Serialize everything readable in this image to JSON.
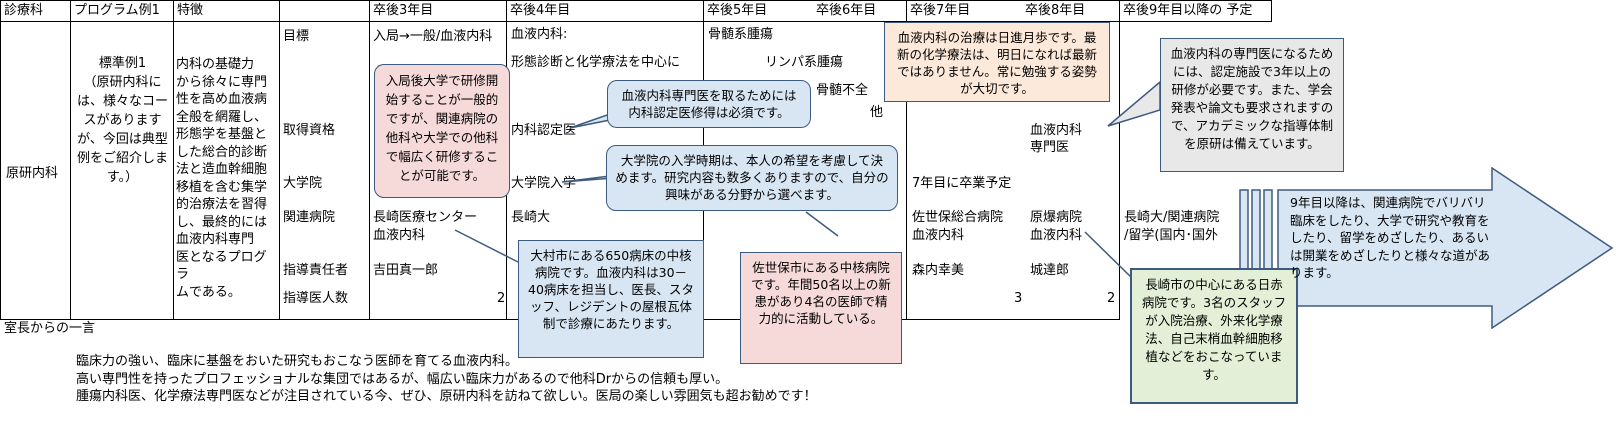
{
  "headers": {
    "col1": "診療科",
    "col2": "プログラム例1",
    "col3": "特徴",
    "col5": "卒後3年目",
    "col6": "卒後4年目",
    "col7a": "卒後5年目",
    "col7b": "卒後6年目",
    "col8a": "卒後7年目",
    "col8b": "卒後8年目",
    "col9": "卒後9年目以降の 予定"
  },
  "dept": "原研内科",
  "program": "標準例1\n（原研内科に\nは、様々なコー\nスがあります\nが、今回は典型\n例をご紹介しま\nす。）",
  "feature": "内科の基礎力\nから徐々に専門\n性を高め血液病\n全般を網羅し、\n形態学を基盤と\nした総合的診断\n法と造血幹細胞\n移植を含む集学\n的治療法を習得\nし、最終的には\n血液内科専門\n医となるプログラ\nムである。",
  "row_labels": {
    "goal": "目標",
    "qualification": "取得資格",
    "grad_school": "大学院",
    "hospital": "関連病院",
    "supervisor": "指導責任者",
    "instructors": "指導医人数"
  },
  "y3": {
    "goal": "入局→一般/血液内科",
    "hospital_line1": "長崎医療センター",
    "hospital_line2": "血液内科",
    "supervisor": "吉田真一郎",
    "instructors": "2"
  },
  "y4": {
    "goal_line1": "血液内科:",
    "goal_line2": "形態診断と化学療法を中心に",
    "qualification": "内科認定医",
    "grad_school": "大学院入学",
    "hospital": "長崎大"
  },
  "y56": {
    "goal_line1": "骨髄系腫瘍",
    "goal_line2": "リンパ系腫瘍",
    "goal_line3": "骨髄不全",
    "goal_line4": "他"
  },
  "y78": {
    "qualification_line1": "血液内科",
    "qualification_line2": "専門医",
    "grad_school": "7年目に卒業予定",
    "hospital_a_line1": "佐世保総合病院",
    "hospital_a_line2": "血液内科",
    "hospital_b_line1": "原爆病院",
    "hospital_b_line2": "血液内科",
    "supervisor_a": "森内幸美",
    "supervisor_b": "城達郎",
    "instructors_a": "3",
    "instructors_b": "2"
  },
  "y9": {
    "hospital_line1": "長崎大/関連病院",
    "hospital_line2": "/留学(国内･国外"
  },
  "callouts": {
    "c1": "入局後大学で研修開始することが一般的ですが、関連病院の他科や大学での他科で幅広く研修することが可能です。",
    "c2": "血液内科専門医を取るためには内科認定医修得は必須です。",
    "c3": "大学院の入学時期は、本人の希望を考慮して決めます。研究内容も数多くありますので、自分の興味がある分野から選べます。",
    "c4": "大村市にある650病床の中核病院です。血液内科は30－40病床を担当し、医長、スタッフ、レジデントの屋根瓦体制で診療にあたります。",
    "c5": "佐世保市にある中核病院です。年間50名以上の新患があり4名の医師で精力的に活動している。",
    "c6": "血液内科の治療は日進月歩です。最新の化学療法は、明日になれば最新ではありません。常に勉強する姿勢が大切です。",
    "c7": "血液内科の専門医になるためには、認定施設で3年以上の研修が必要です。また、学会発表や論文も要求されますので、アカデミックな指導体制を原研は備えています。",
    "c8": "長崎市の中心にある日赤病院です。3名のスタッフが入院治療、外来化学療法、自己末梢血幹細胞移植などをおこなっています。",
    "arrow": "9年目以降は、関連病院でバリバリ臨床をしたり、大学で研究や教育をしたり、留学をめざしたり、あるいは開業をめざしたりと様々な道があります。"
  },
  "footer": {
    "title": "室長からの一言",
    "line1": "臨床力の強い、臨床に基盤をおいた研究もおこなう医師を育てる血液内科。",
    "line2": "高い専門性を持ったプロフェッショナルな集団ではあるが、幅広い臨床力があるので他科Drからの信頼も厚い。",
    "line3": "腫瘍内科医、化学療法専門医などが注目されている今、ぜひ、原研内科を訪ねて欲しい。医局の楽しい雰囲気も超お勧めです！"
  },
  "colors": {
    "callout_pink": "#f6d9d9",
    "callout_blue": "#d8e6f3",
    "callout_peach": "#fde9d9",
    "callout_gray": "#e8e8e8",
    "callout_green": "#e3efd6",
    "border": "#3d5a80"
  }
}
